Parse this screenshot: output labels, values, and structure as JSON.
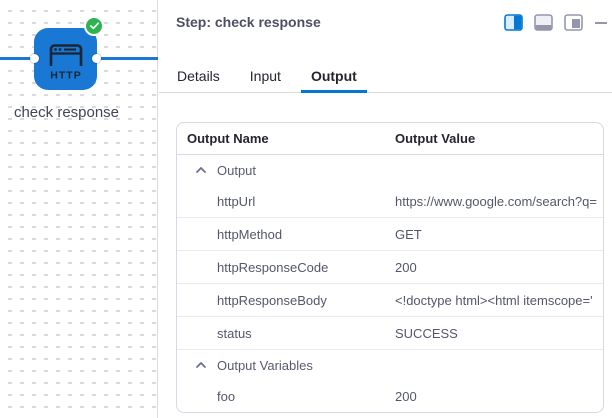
{
  "canvas": {
    "node": {
      "label": "check response",
      "type_label": "HTTP",
      "status": "success"
    },
    "colors": {
      "node_blue": "#1878d3",
      "edge_blue": "#1878d3",
      "badge_green": "#2fb350"
    }
  },
  "panel": {
    "title": "Step: check response",
    "toolbar": {
      "icons": [
        "panel-right-layout",
        "panel-bottom-layout",
        "panel-float-layout",
        "minimize"
      ],
      "accent_color": "#0278d5",
      "inactive_color": "#9596ad"
    },
    "tabs": [
      {
        "label": "Details",
        "active": false
      },
      {
        "label": "Input",
        "active": false
      },
      {
        "label": "Output",
        "active": true
      }
    ],
    "table": {
      "columns": {
        "name": "Output Name",
        "value": "Output Value"
      },
      "groups": [
        {
          "label": "Output",
          "collapsed": false,
          "rows": [
            {
              "name": "httpUrl",
              "value": "https://www.google.com/search?q="
            },
            {
              "name": "httpMethod",
              "value": "GET"
            },
            {
              "name": "httpResponseCode",
              "value": "200"
            },
            {
              "name": "httpResponseBody",
              "value": "<!doctype html><html itemscope='"
            },
            {
              "name": "status",
              "value": "SUCCESS"
            }
          ]
        },
        {
          "label": "Output Variables",
          "collapsed": false,
          "rows": [
            {
              "name": "foo",
              "value": "200"
            }
          ]
        }
      ]
    }
  }
}
